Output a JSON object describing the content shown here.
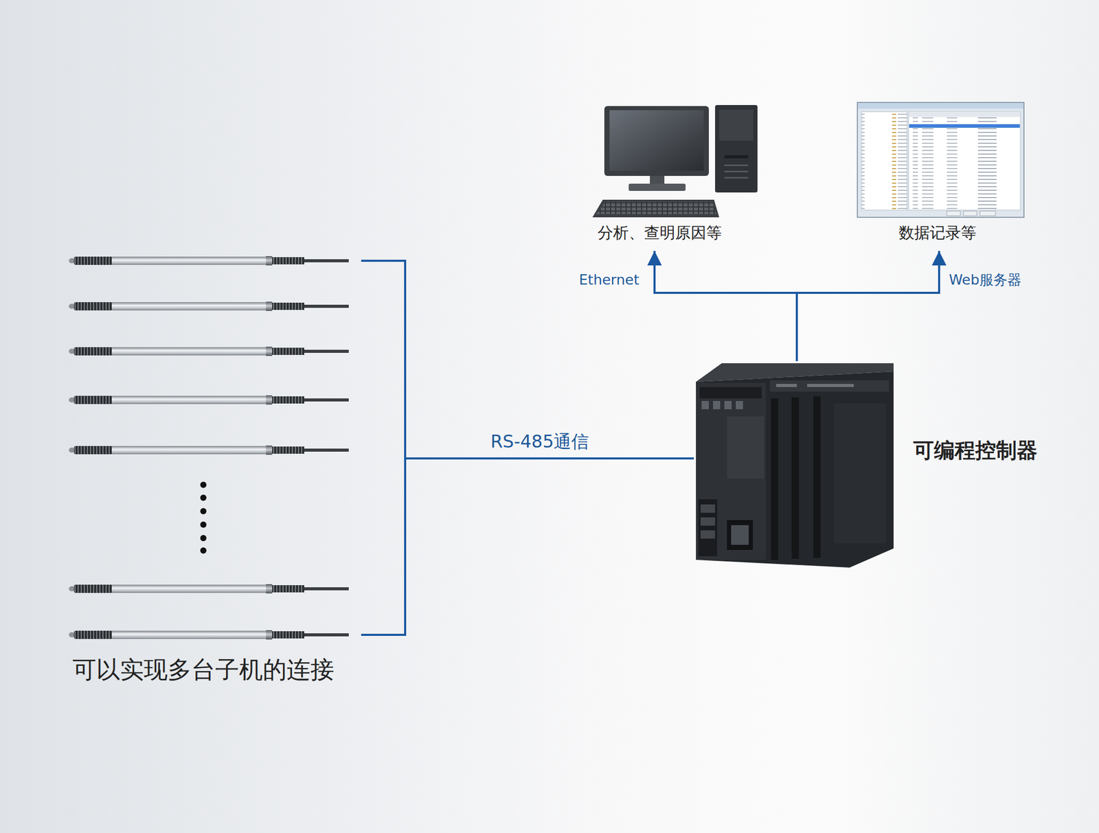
{
  "diagram": {
    "nodes": [
      {
        "text": [
          "可以实现多台子机的连接"
        ]
      },
      {
        "text": [
          "可编程控制器"
        ]
      },
      {
        "text": [
          "分析、查明原因等"
        ]
      },
      {
        "text": [
          "数据记录等"
        ]
      }
    ],
    "edges": [
      {
        "from": 0,
        "to": 1,
        "arrow": "none",
        "label": "RS-485通信"
      },
      {
        "from": 1,
        "to": 2,
        "arrow": "to",
        "label": "Ethernet"
      },
      {
        "from": 1,
        "to": 3,
        "arrow": "to",
        "label": "Web服务器"
      }
    ]
  }
}
